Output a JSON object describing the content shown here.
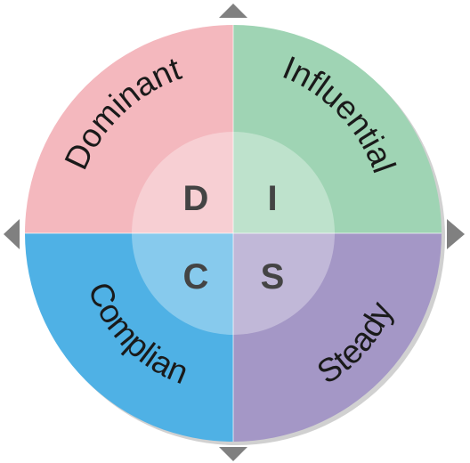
{
  "quadrants": {
    "top_left": {
      "label": "Dominant",
      "letter": "D",
      "color": "#f4b8be"
    },
    "top_right": {
      "label": "Influential",
      "letter": "I",
      "color": "#9fd4b4"
    },
    "bottom_left": {
      "label": "Compliant",
      "letter": "C",
      "color": "#4fb1e5"
    },
    "bottom_right": {
      "label": "Steady",
      "letter": "S",
      "color": "#a497c6"
    }
  },
  "center_overlay_color": "#ffffff",
  "arrow_color": "#808080",
  "arrows": [
    "arrow-up-icon",
    "arrow-right-icon",
    "arrow-down-icon",
    "arrow-left-icon"
  ]
}
